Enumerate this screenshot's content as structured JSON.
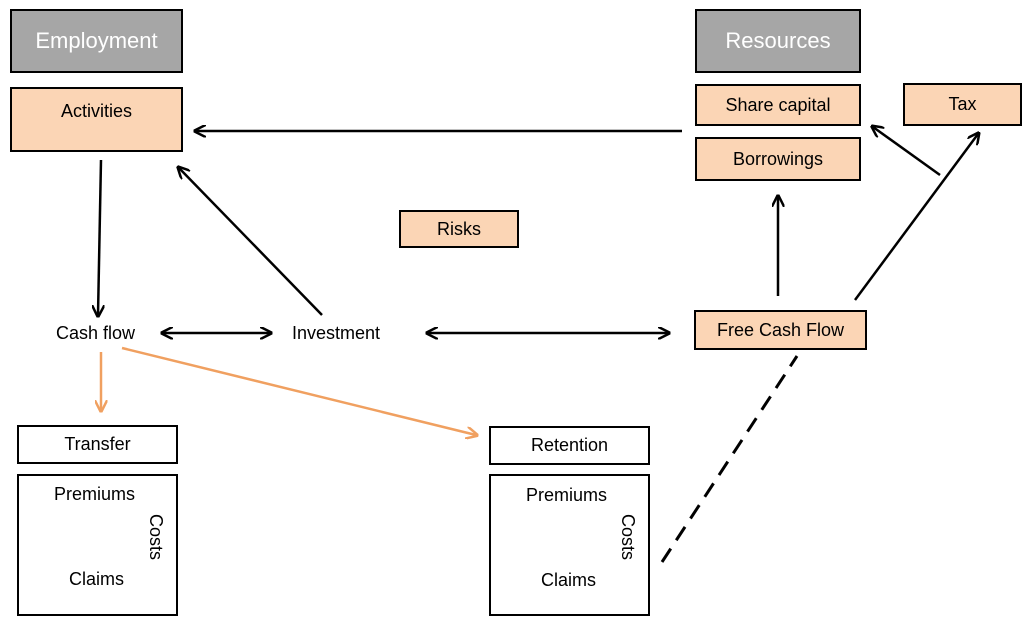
{
  "colors": {
    "grey_header": "#a6a6a6",
    "peach": "#fbd5b5",
    "orange_arrow": "#f0a060",
    "black": "#000000"
  },
  "headers": {
    "employment": "Employment",
    "resources": "Resources"
  },
  "boxes": {
    "activities": "Activities",
    "share_capital": "Share capital",
    "borrowings": "Borrowings",
    "tax": "Tax",
    "risks": "Risks",
    "free_cash_flow": "Free Cash Flow",
    "transfer": "Transfer",
    "retention": "Retention"
  },
  "labels": {
    "cash_flow": "Cash flow",
    "investment": "Investment"
  },
  "transfer_panel": {
    "premiums": "Premiums",
    "costs": "Costs",
    "claims": "Claims"
  },
  "retention_panel": {
    "premiums": "Premiums",
    "costs": "Costs",
    "claims": "Claims"
  }
}
